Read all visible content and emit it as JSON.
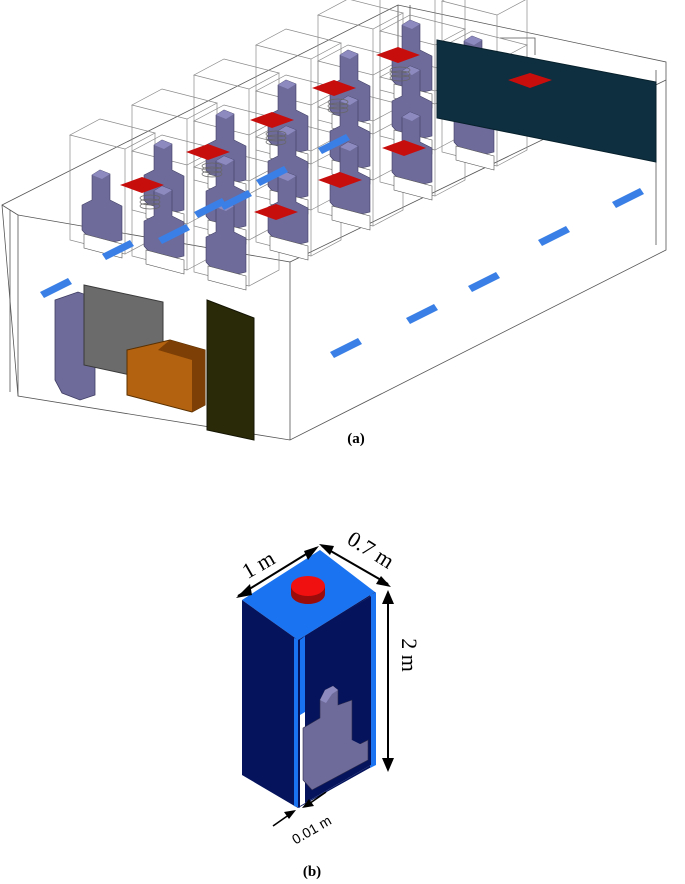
{
  "panel_a": {
    "caption": "(a)"
  },
  "panel_b": {
    "caption": "(b)",
    "dim_width": "1 m",
    "dim_depth": "0.7 m",
    "dim_height": "2 m",
    "dim_wall": "0.01 m"
  },
  "colors": {
    "seat_purple": "#6e6b9a",
    "seat_top": "#8d8ac0",
    "inlet_blue": "#3a7fe6",
    "outlet_red": "#c80d0d",
    "dark_teal_panel": "#0d2f3f",
    "gray_panel": "#6b6b6b",
    "orange_block": "#b3620f",
    "olive_panel": "#2a2a08",
    "cabin_blue": "#1a73f0",
    "cabin_navy": "#04135c"
  }
}
